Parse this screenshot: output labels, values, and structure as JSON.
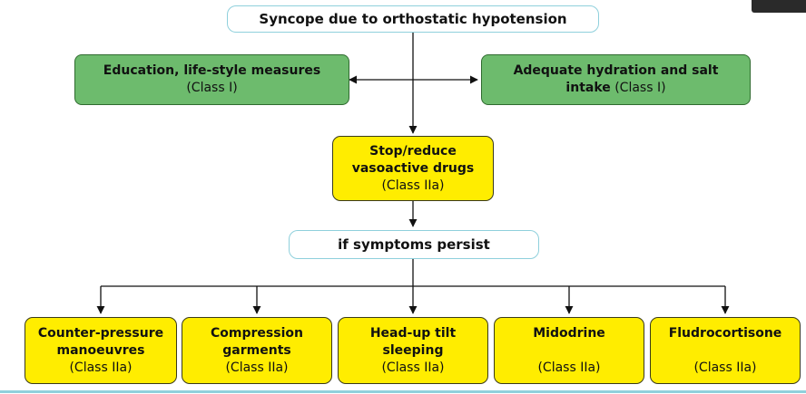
{
  "title": "Syncope due to orthostatic hypotension",
  "first_line": {
    "left": {
      "line1": "Education, life-style measures",
      "line2": "(Class I)"
    },
    "right": {
      "line1": "Adequate hydration and salt",
      "line2_bold": "intake",
      "line2_rest": " (Class I)"
    }
  },
  "stop_drugs": {
    "line1": "Stop/reduce",
    "line2": "vasoactive drugs",
    "line3": "(Class IIa)"
  },
  "condition": "if symptoms persist",
  "options": [
    {
      "line1": "Counter-pressure",
      "line2": "manoeuvres",
      "class_label": "(Class IIa)"
    },
    {
      "line1": "Compression",
      "line2": "garments",
      "class_label": "(Class IIa)"
    },
    {
      "line1": "Head-up tilt",
      "line2": "sleeping",
      "class_label": "(Class IIa)"
    },
    {
      "line1": "Midodrine",
      "class_label": "(Class IIa)"
    },
    {
      "line1": "Fludrocortisone",
      "class_label": "(Class IIa)"
    }
  ],
  "colors": {
    "accent_outline": "#8fd0dc",
    "green": "#6dbb6d",
    "yellow": "#ffed00"
  }
}
